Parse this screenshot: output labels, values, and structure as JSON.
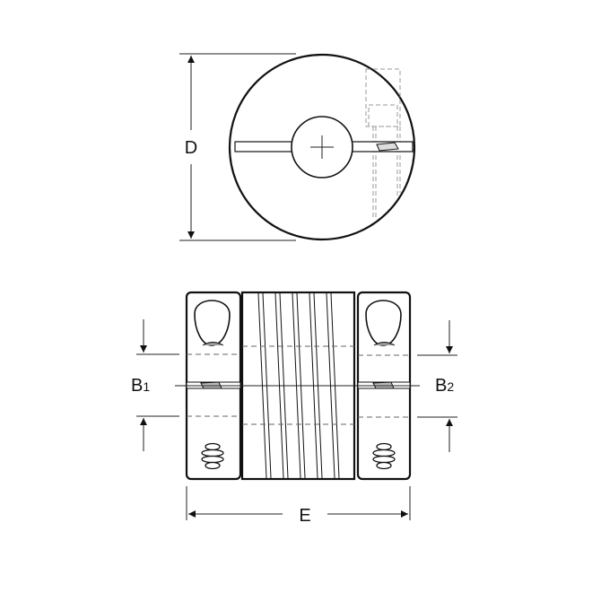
{
  "labels": {
    "diameter": "D",
    "bore1": "B",
    "bore1_sub": "1",
    "bore2": "B",
    "bore2_sub": "2",
    "length": "E"
  },
  "colors": {
    "line": "#111111",
    "hidden_line": "#666666",
    "background": "#ffffff"
  }
}
